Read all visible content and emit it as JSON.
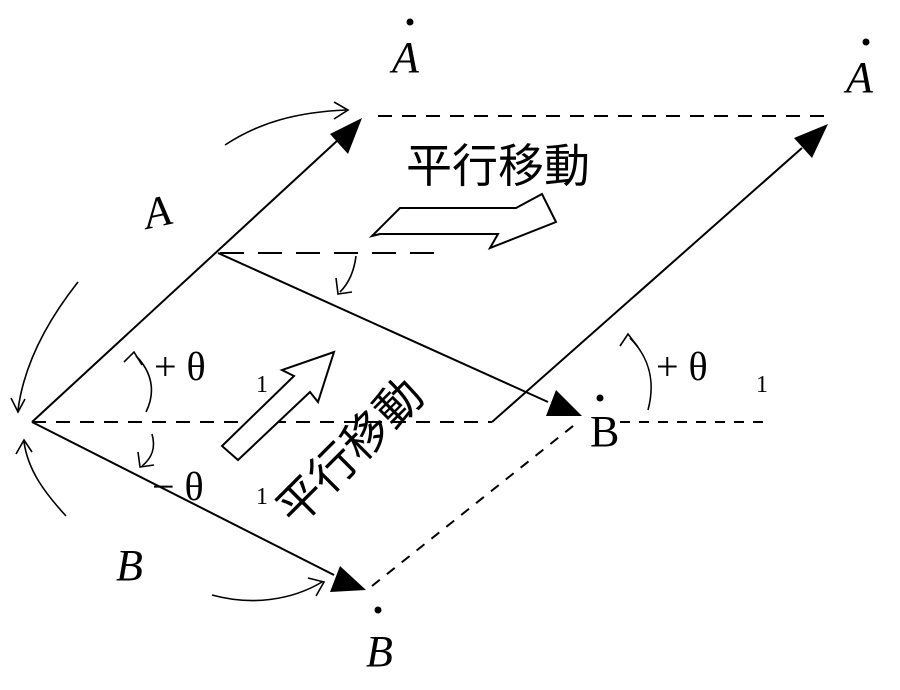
{
  "labels": {
    "vec_A": "A",
    "vec_B": "B",
    "vec_A_dot_upper": "A",
    "vec_A_dot_right": "A",
    "vec_B_dot_mid": "B",
    "vec_B_dot_bottom": "B",
    "dot": "·",
    "parallel_move_top": "平行移動",
    "parallel_move_mid": "平行移動",
    "plus_theta_left": "+ θ",
    "plus_theta_left_sub": "1",
    "minus_theta_left": "− θ",
    "minus_theta_left_sub": "1",
    "plus_theta_right": "+ θ",
    "plus_theta_right_sub": "1"
  }
}
